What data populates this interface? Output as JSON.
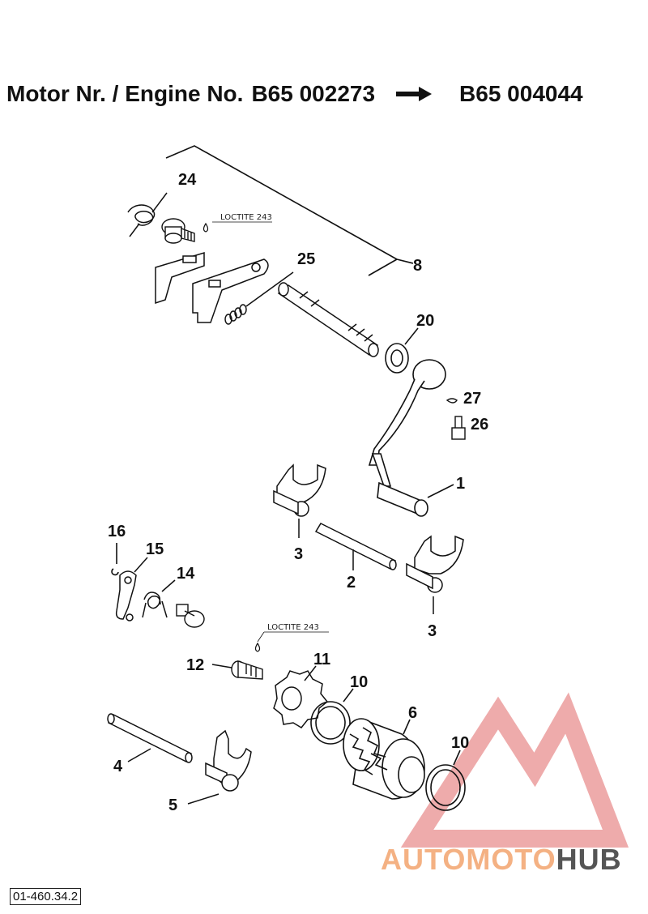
{
  "header": {
    "label": "Motor Nr. / Engine No.",
    "from": "B65 002273",
    "to": "B65 004044"
  },
  "callouts": {
    "c24": "24",
    "c25": "25",
    "c8": "8",
    "c20": "20",
    "c27": "27",
    "c26": "26",
    "c1": "1",
    "c3a": "3",
    "c3b": "3",
    "c2": "2",
    "c16": "16",
    "c15": "15",
    "c14": "14",
    "c12": "12",
    "c11": "11",
    "c10a": "10",
    "c10b": "10",
    "c6": "6",
    "c4": "4",
    "c5": "5"
  },
  "notes": {
    "loctite_a": "LOCTITE 243",
    "loctite_b": "LOCTITE 243"
  },
  "doc_number": "01-460.34.2",
  "watermark": {
    "part1": "AUTOMOTO",
    "part2": "HUB",
    "color_light": "#f4b183",
    "color_dark": "#555555",
    "logo_color": "#e06666"
  }
}
